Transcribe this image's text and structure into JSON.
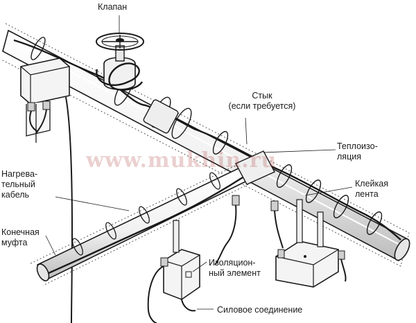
{
  "labels": {
    "valve": "Клапан",
    "joint_line1": "Стык",
    "joint_line2": "(если требуется)",
    "insulation_line1": "Теплоизо-",
    "insulation_line2": "ляция",
    "tape_line1": "Клейкая",
    "tape_line2": "лента",
    "cable_line1": "Нагрева-",
    "cable_line2": "тельный",
    "cable_line3": "кабель",
    "endcap_line1": "Конечная",
    "endcap_line2": "муфта",
    "isolating_line1": "Изоляцион-",
    "isolating_line2": "ный элемент",
    "power_connection": "Силовое соединение"
  },
  "watermark": "www.mukhin.ru",
  "colors": {
    "ink": "#1a1a1a",
    "watermark": "#a72c2c",
    "shade": "#d9d9d9"
  }
}
